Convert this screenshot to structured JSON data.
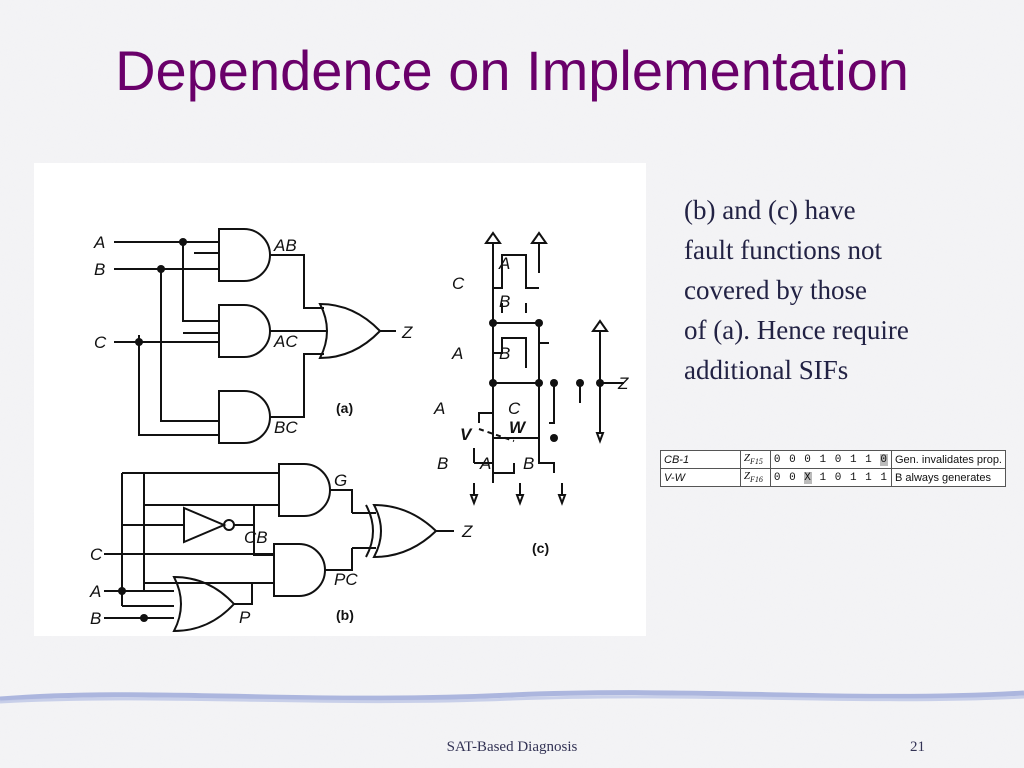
{
  "slide": {
    "title": "Dependence on Implementation",
    "body_lines": [
      "(b) and (c) have",
      "fault functions not",
      "covered by those",
      "of (a). Hence require",
      "additional SIFs"
    ],
    "footer": "SAT-Based Diagnosis",
    "page_number": "21",
    "title_color": "#6a006a"
  },
  "figure": {
    "circuit_a": {
      "inputs": [
        "A",
        "B",
        "C"
      ],
      "gate_outputs": [
        "AB",
        "AC",
        "BC"
      ],
      "output": "Z",
      "caption": "(a)"
    },
    "circuit_b": {
      "inputs": [
        "C",
        "A",
        "B"
      ],
      "signals": [
        "G",
        "CB",
        "PC",
        "P"
      ],
      "output": "Z",
      "caption": "(b)"
    },
    "circuit_c": {
      "transistor_labels": [
        "A",
        "C",
        "B",
        "A",
        "B",
        "A",
        "C",
        "B",
        "A",
        "B"
      ],
      "nodes": [
        "V",
        "W"
      ],
      "output": "Z",
      "caption": "(c)"
    }
  },
  "fault_table": {
    "rows": [
      {
        "id": "CB-1",
        "z_sym": "Z",
        "z_sub": "F15",
        "bits": [
          "0",
          "0",
          "0",
          "1",
          "0",
          "1",
          "1",
          "0"
        ],
        "shaded_index": 7,
        "note": "Gen. invalidates prop."
      },
      {
        "id": "V-W",
        "z_sym": "Z",
        "z_sub": "F16",
        "bits": [
          "0",
          "0",
          "X",
          "1",
          "0",
          "1",
          "1",
          "1"
        ],
        "shaded_index": 2,
        "note": "B always generates"
      }
    ]
  }
}
